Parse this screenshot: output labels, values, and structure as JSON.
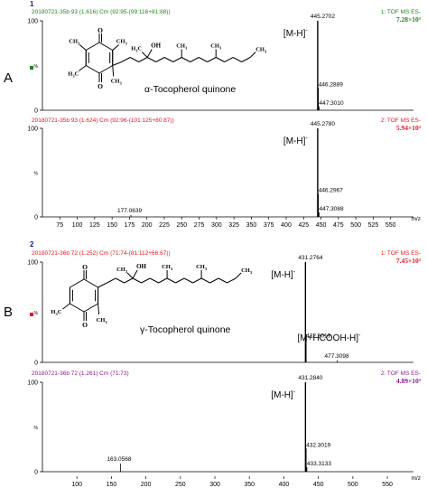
{
  "colors": {
    "green": "#1a8a1a",
    "red": "#e8141e",
    "purple": "#8a1a8a",
    "black": "#000000"
  },
  "panels": [
    {
      "letter": "A",
      "number": "1",
      "x_ticks": [
        75,
        100,
        125,
        150,
        175,
        200,
        225,
        250,
        275,
        300,
        325,
        350,
        375,
        400,
        425,
        450,
        475,
        500,
        525,
        550
      ],
      "x_unit": "m/z",
      "structure": {
        "label": "α-Tocopherol quinone",
        "kind": "alpha",
        "oh": "OH",
        "methyls": [
          "CH3",
          "CH3",
          "H3C",
          "CH3",
          "H3C",
          "CH3",
          "CH3",
          "CH3"
        ]
      },
      "chart_data": [
        {
          "type": "bar",
          "header_left": "20180721-35b 93 (1.616) Cm (92:95-(99:116+81:88))",
          "header_right": "1: TOF MS ES-",
          "intensity": "7.28×10³",
          "header_color": "green",
          "xlim": [
            50,
            575
          ],
          "ylim": [
            0,
            100
          ],
          "y_ticks": [
            "0",
            "%",
            "100"
          ],
          "peaks": [
            {
              "x": 445.2702,
              "y": 100,
              "label": "445.2702"
            },
            {
              "x": 446.2889,
              "y": 25,
              "label": "446.2889"
            },
            {
              "x": 447.301,
              "y": 4,
              "label": "447.3010"
            }
          ],
          "ion_label": "[M-H]-"
        },
        {
          "type": "bar",
          "header_left": "20180721-35b 93 (1.624) Cm (92:96-(101:125+80:87))",
          "header_right": "2: TOF MS ES-",
          "intensity": "5.94×10³",
          "header_color": "red",
          "xlim": [
            50,
            575
          ],
          "ylim": [
            0,
            100
          ],
          "y_ticks": [
            "0",
            "%",
            "100"
          ],
          "peaks": [
            {
              "x": 445.278,
              "y": 100,
              "label": "445.2780"
            },
            {
              "x": 446.2967,
              "y": 26,
              "label": "446.2967"
            },
            {
              "x": 447.3088,
              "y": 5,
              "label": "447.3088"
            },
            {
              "x": 177.0639,
              "y": 2,
              "label": "177.0639"
            }
          ],
          "ion_label": "[M-H]-"
        }
      ]
    },
    {
      "letter": "B",
      "number": "2",
      "x_ticks": [
        100,
        150,
        200,
        250,
        300,
        350,
        400,
        450,
        500,
        550
      ],
      "x_unit": "m/z",
      "structure": {
        "label": "γ-Tocopherol quinone",
        "kind": "gamma",
        "oh": "OH",
        "methyls": [
          "CH3",
          "H3C",
          "CH3",
          "CH3",
          "CH3",
          "CH3"
        ]
      },
      "chart_data": [
        {
          "type": "bar",
          "header_left": "20180721-36b 72 (1.252) Cm (71:74-(81:112+66:67))",
          "header_right": "1: TOF MS ES-",
          "intensity": "7.45×10³",
          "header_color": "red",
          "xlim": [
            50,
            580
          ],
          "ylim": [
            0,
            100
          ],
          "y_ticks": [
            "0",
            "%",
            "100"
          ],
          "peaks": [
            {
              "x": 431.2764,
              "y": 100,
              "label": "431.2764"
            },
            {
              "x": 432.3019,
              "y": 23,
              "label": "432.3019"
            },
            {
              "x": 477.3098,
              "y": 2,
              "label": "477.3098"
            }
          ],
          "ion_label": "[M-H]-",
          "ion_label2": "[M+HCOOH-H]-"
        },
        {
          "type": "bar",
          "header_left": "20180721-36b 72 (1.261) Cm (71:73)",
          "header_right": "2: TOF MS ES-",
          "intensity": "4.89×10³",
          "header_color": "purple",
          "xlim": [
            50,
            580
          ],
          "ylim": [
            0,
            100
          ],
          "y_ticks": [
            "0",
            "%",
            "100"
          ],
          "peaks": [
            {
              "x": 431.284,
              "y": 100,
              "label": "431.2840"
            },
            {
              "x": 432.3019,
              "y": 26,
              "label": "432.3019"
            },
            {
              "x": 433.3133,
              "y": 5,
              "label": "433.3133"
            },
            {
              "x": 163.0568,
              "y": 9,
              "label": "163.0568"
            }
          ],
          "ion_label": "[M-H]-"
        }
      ]
    }
  ]
}
